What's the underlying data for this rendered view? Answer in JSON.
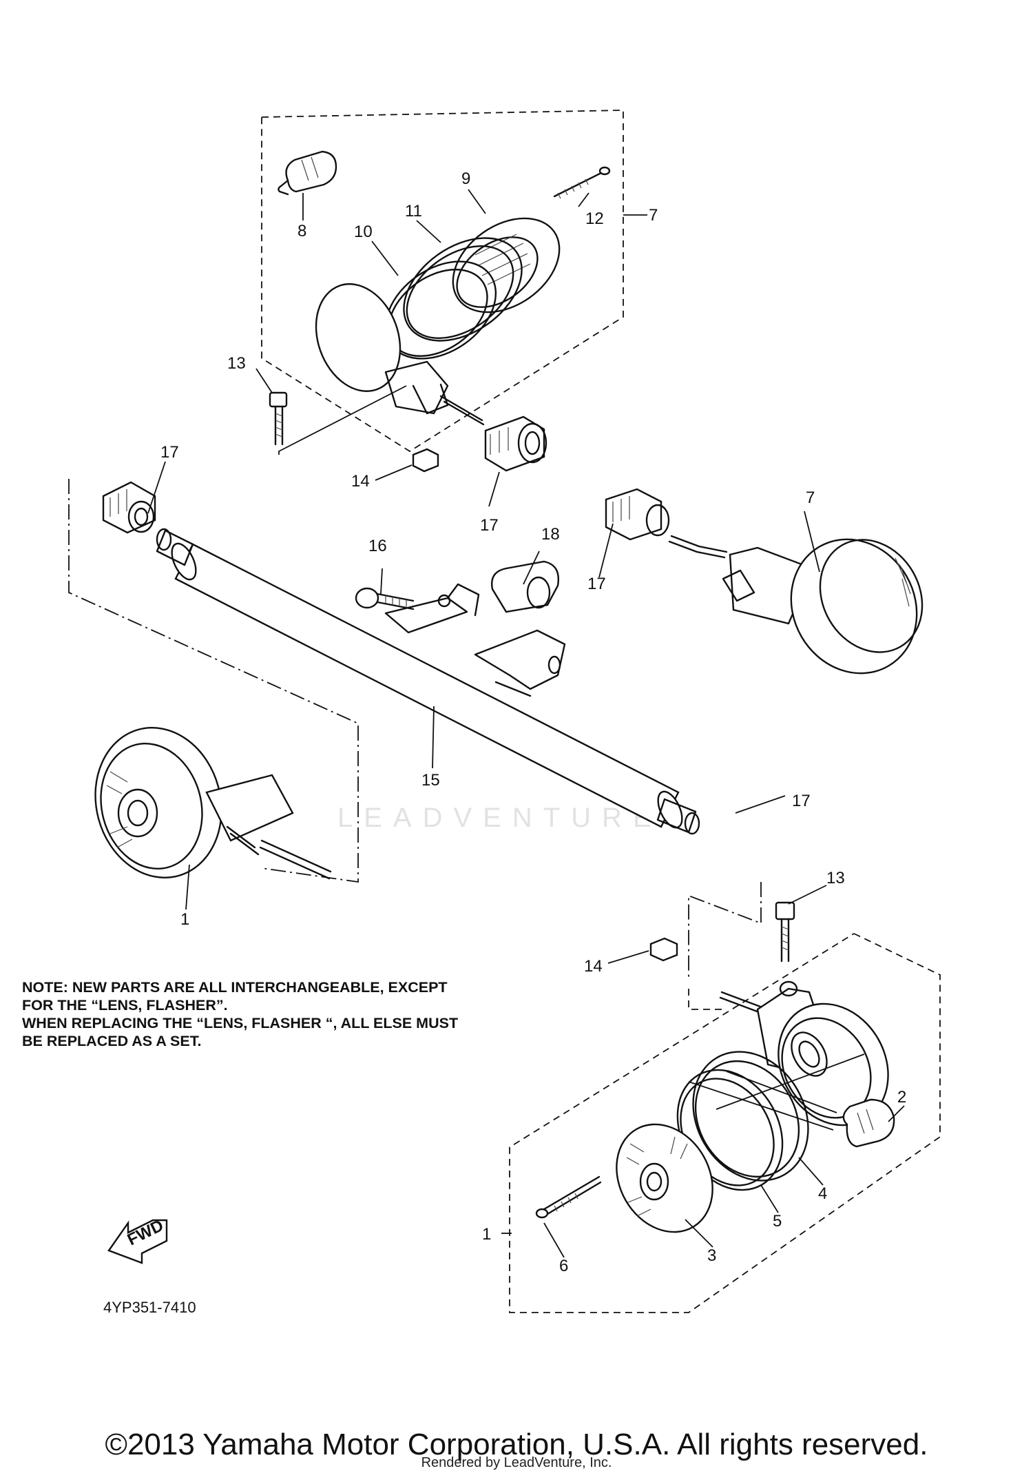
{
  "callouts": {
    "c1a": "1",
    "c1b": "1",
    "c2": "2",
    "c3": "3",
    "c4": "4",
    "c5": "5",
    "c6": "6",
    "c7a": "7",
    "c7b": "7",
    "c8": "8",
    "c9": "9",
    "c10": "10",
    "c11": "11",
    "c12": "12",
    "c13a": "13",
    "c13b": "13",
    "c14a": "14",
    "c14b": "14",
    "c15": "15",
    "c16": "16",
    "c17a": "17",
    "c17b": "17",
    "c17c": "17",
    "c17d": "17",
    "c18": "18"
  },
  "note": {
    "line1": "NOTE: NEW PARTS ARE ALL INTERCHANGEABLE, EXCEPT",
    "line2": "FOR THE “LENS, FLASHER”.",
    "line3": "WHEN REPLACING THE “LENS, FLASHER “, ALL ELSE MUST",
    "line4": "BE REPLACED AS A SET."
  },
  "fwd_label": "FWD",
  "diagram_code": "4YP351-7410",
  "watermark": "LEADVENTURE",
  "copyright": "©2013 Yamaha Motor Corporation, U.S.A. All rights reserved.",
  "rendered_by": "Rendered by LeadVenture, Inc."
}
